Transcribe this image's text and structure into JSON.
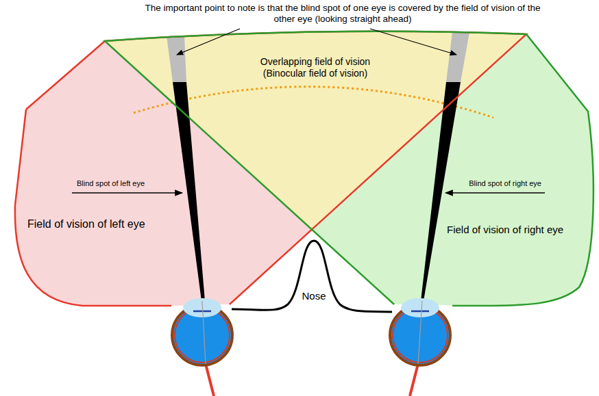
{
  "diagram": {
    "labels": [
      "The important point to note is that the blind spot of one eye is covered by the field of vision of the other eye (looking straight ahead)",
      "Overlapping field of vision (Binocular field of vision)",
      "Blind spot of left eye",
      "Blind spot of right eye",
      "Field of vision of left eye",
      "Field of vision of right eye",
      "Nose"
    ]
  }
}
